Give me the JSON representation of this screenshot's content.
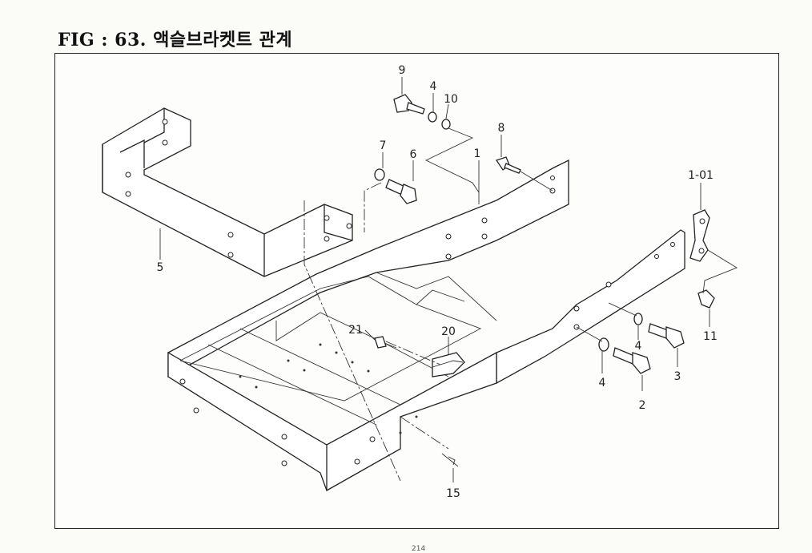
{
  "figure": {
    "title": "FIG : 63. 액슬브라켓트 관계"
  },
  "callouts": [
    "9",
    "4",
    "10",
    "8",
    "7",
    "6",
    "1",
    "1-01",
    "5",
    "21",
    "20",
    "4",
    "3",
    "4",
    "2",
    "11",
    "15"
  ],
  "page_number": "214"
}
